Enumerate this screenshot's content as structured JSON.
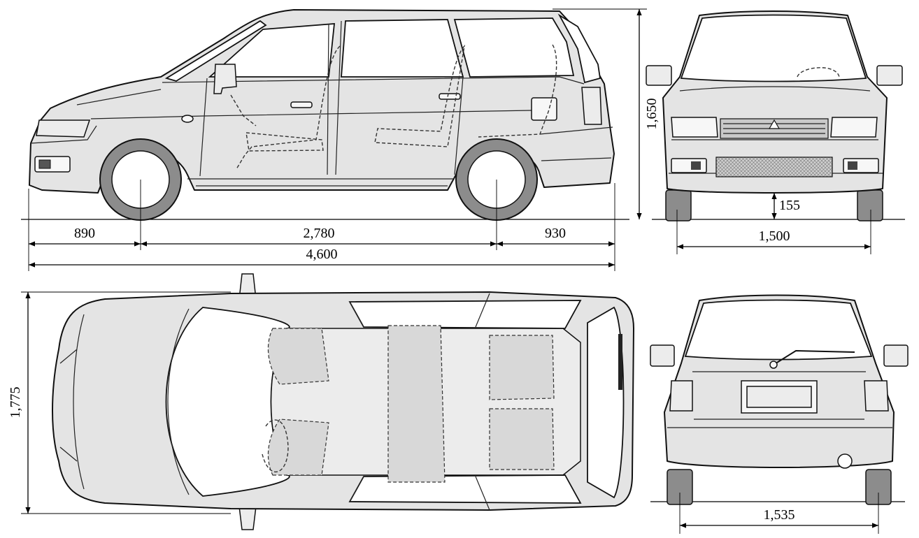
{
  "dimensions": {
    "front_overhang": "890",
    "wheelbase": "2,780",
    "rear_overhang": "930",
    "overall_length": "4,600",
    "overall_height": "1,650",
    "ground_clearance": "155",
    "front_track": "1,500",
    "overall_width": "1,775",
    "rear_track": "1,535"
  }
}
